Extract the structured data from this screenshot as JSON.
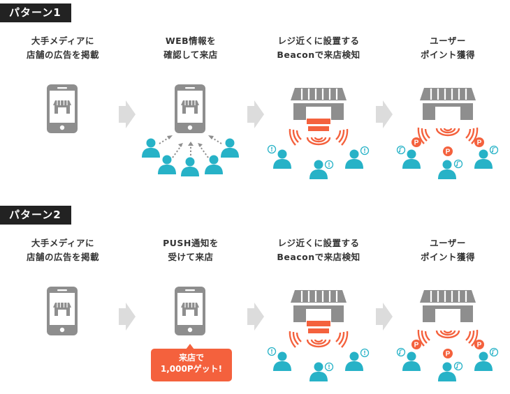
{
  "patterns": [
    {
      "badge": "パターン1",
      "steps": [
        {
          "line1": "大手メディアに",
          "line2": "店舗の広告を掲載"
        },
        {
          "line1": "WEB情報を",
          "line2": "確認して来店"
        },
        {
          "line1": "レジ近くに設置する",
          "line2": "Beaconで来店検知"
        },
        {
          "line1": "ユーザー",
          "line2": "ポイント獲得"
        }
      ]
    },
    {
      "badge": "パターン2",
      "steps": [
        {
          "line1": "大手メディアに",
          "line2": "店舗の広告を掲載"
        },
        {
          "line1": "PUSH通知を",
          "line2": "受けて来店"
        },
        {
          "line1": "レジ近くに設置する",
          "line2": "Beaconで来店検知"
        },
        {
          "line1": "ユーザー",
          "line2": "ポイント獲得"
        }
      ],
      "callout": {
        "line1": "来店で",
        "line2": "1,000Pゲット!"
      }
    }
  ],
  "colors": {
    "gray": "#8e8e8e",
    "arrow": "#dcdcdc",
    "user": "#27b2c7",
    "beacon": "#f4613d",
    "badge": "#222222"
  },
  "icons": [
    "smartphone-icon",
    "storefront-icon",
    "arrow-right-icon",
    "user-icon",
    "beacon-wave-icon",
    "point-coin-icon",
    "music-note-bubble-icon",
    "exclamation-bubble-icon"
  ]
}
